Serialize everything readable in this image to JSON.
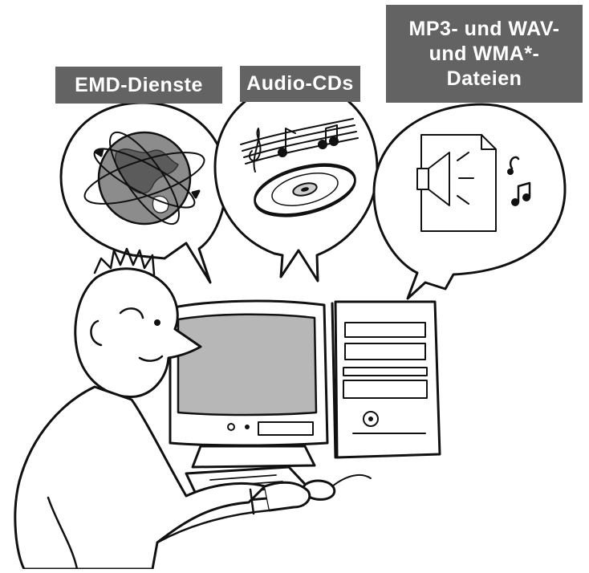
{
  "labels": {
    "emd_services": "EMD-Dienste",
    "audio_cds": "Audio-CDs",
    "files_line1": "MP3- und WAV-",
    "files_line2": "und WMA*-",
    "files_line3": "Dateien"
  },
  "colors": {
    "label_background": "#636363",
    "label_text": "#ffffff",
    "line_art": "#111111",
    "screen_fill": "#b7b7b7",
    "globe_fill": "#8c8c8c"
  },
  "icons": [
    "globe-icon",
    "music-notes-icon",
    "cd-disc-icon",
    "speaker-document-icon"
  ]
}
